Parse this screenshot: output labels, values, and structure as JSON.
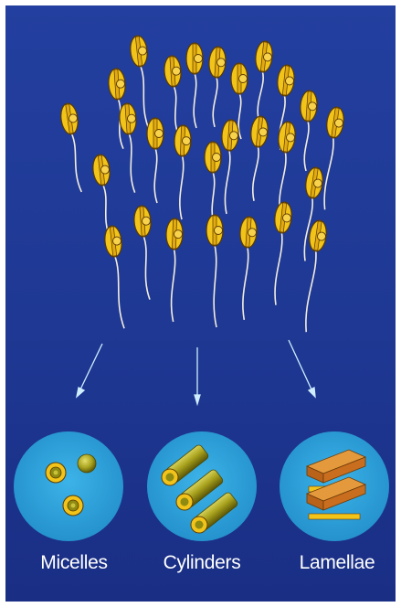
{
  "labels": {
    "micelles": "Micelles",
    "cylinders": "Cylinders",
    "lamellae": "Lamellae"
  },
  "colors": {
    "background_top": "#23409e",
    "background_bottom": "#1a2f86",
    "circle": "#2fa6dc",
    "molecule_head": "#f2c41a",
    "molecule_outline": "#5a3a00",
    "tail": "#f4eedf",
    "arrow": "#bfe8ff",
    "cylinder_body": "#a9a21d",
    "lamella": "#d77a1f"
  }
}
